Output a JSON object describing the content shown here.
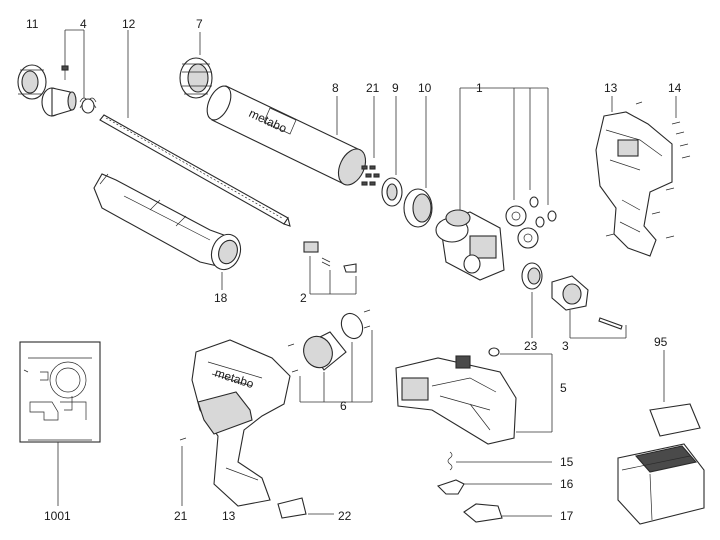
{
  "labels": {
    "l11": "11",
    "l4": "4",
    "l12": "12",
    "l7": "7",
    "l8": "8",
    "l21a": "21",
    "l9": "9",
    "l10": "10",
    "l1": "1",
    "l13a": "13",
    "l14": "14",
    "l18": "18",
    "l2": "2",
    "l23": "23",
    "l3": "3",
    "l95": "95",
    "l6": "6",
    "l5": "5",
    "l15": "15",
    "l16": "16",
    "l17": "17",
    "l1001": "1001",
    "l21b": "21",
    "l13b": "13",
    "l22": "22"
  },
  "branding": {
    "tube_logo": "metabo",
    "body_logo": "metabo"
  }
}
